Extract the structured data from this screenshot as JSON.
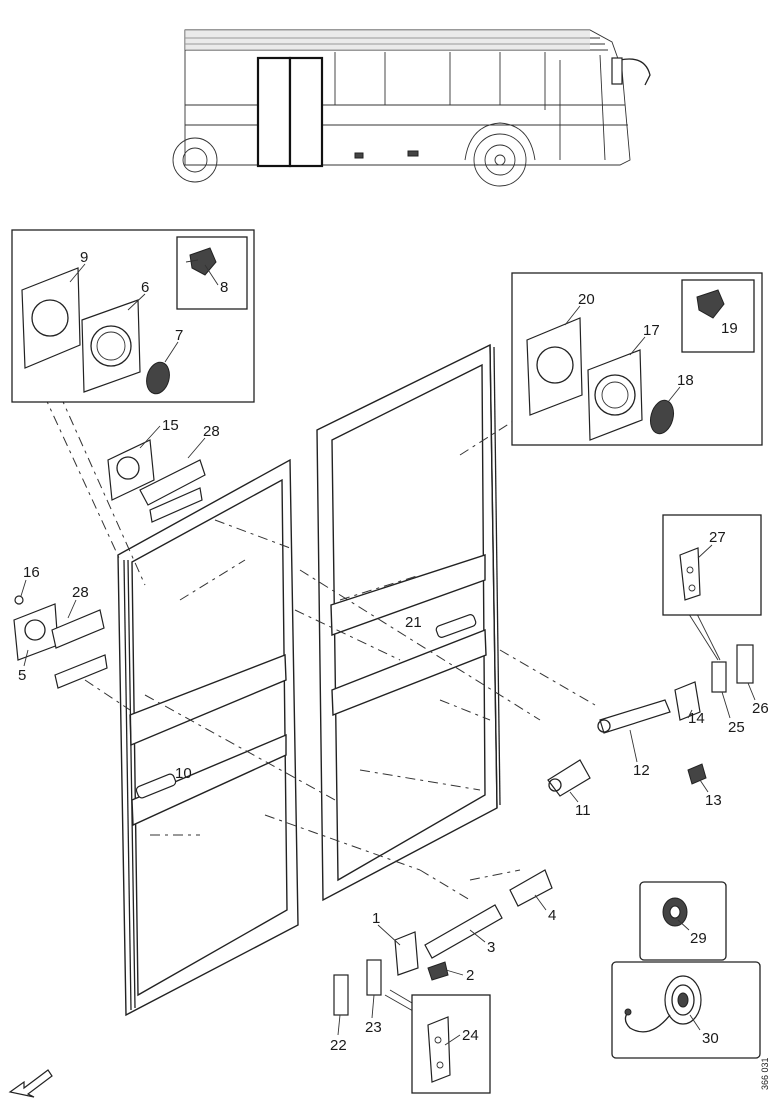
{
  "diagram": {
    "part_numbers": [
      "9",
      "8",
      "6",
      "7",
      "15",
      "28",
      "16",
      "28",
      "5",
      "10",
      "20",
      "19",
      "17",
      "18",
      "21",
      "27",
      "26",
      "25",
      "14",
      "12",
      "13",
      "11",
      "1",
      "4",
      "3",
      "2",
      "22",
      "23",
      "24",
      "29",
      "30"
    ],
    "drawing_code": "366 031"
  }
}
